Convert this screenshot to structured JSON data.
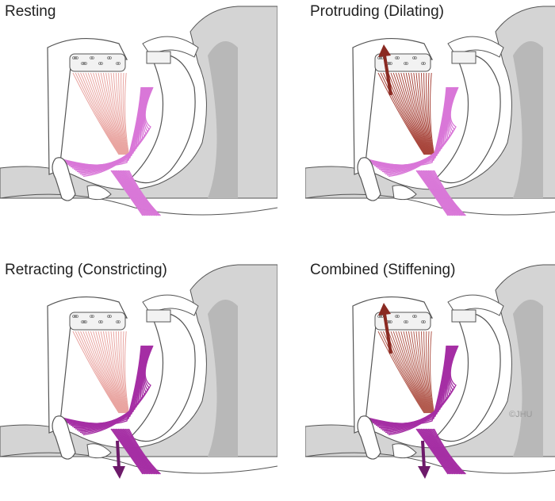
{
  "panels": [
    {
      "title": "Resting",
      "fan_color": "#e9a4a0",
      "muscle_color": "#d977d8",
      "up_arrow": false,
      "down_arrow": false
    },
    {
      "title": "Protruding (Dilating)",
      "fan_color": "#a8453b",
      "muscle_color": "#d977d8",
      "up_arrow": true,
      "down_arrow": false
    },
    {
      "title": "Retracting (Constricting)",
      "fan_color": "#e9a4a0",
      "muscle_color": "#a52ea4",
      "up_arrow": false,
      "down_arrow": true
    },
    {
      "title": "Combined (Stiffening)",
      "fan_color": "#b25a4e",
      "muscle_color": "#a52ea4",
      "up_arrow": true,
      "down_arrow": true
    }
  ],
  "credit": "©JHU",
  "colors": {
    "gray": "#d4d4d4",
    "dark_gray": "#b8b8b8",
    "outline": "#555555",
    "arrow_up": "#8a2a22",
    "arrow_down": "#6d1a6a"
  }
}
